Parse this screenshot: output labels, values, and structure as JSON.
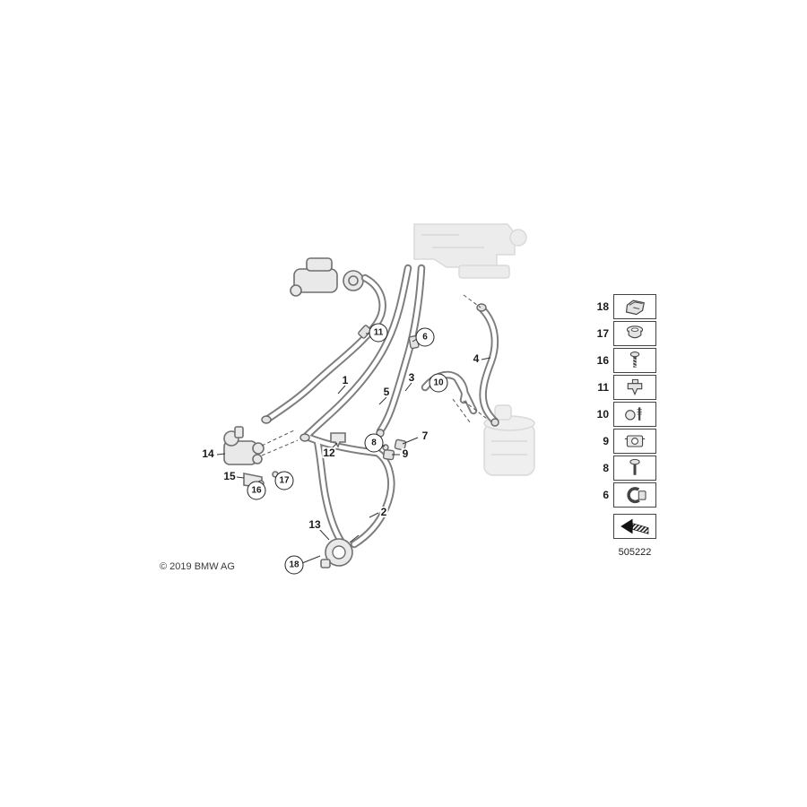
{
  "colors": {
    "line": "#6f6f6f",
    "faded": "#c9c9c9",
    "background": "#ffffff"
  },
  "footer": {
    "copyright": "© 2019 BMW AG"
  },
  "legend": {
    "code": "505222",
    "items": [
      {
        "label": "18",
        "icon": "spring-clip-icon"
      },
      {
        "label": "17",
        "icon": "grommet-icon"
      },
      {
        "label": "16",
        "icon": "screw-icon"
      },
      {
        "label": "11",
        "icon": "cable-clip-icon"
      },
      {
        "label": "10",
        "icon": "holder-pin-icon"
      },
      {
        "label": "9",
        "icon": "bracket-nut-icon"
      },
      {
        "label": "8",
        "icon": "bolt-icon"
      },
      {
        "label": "6",
        "icon": "hose-clamp-icon"
      }
    ],
    "direction_symbol": "installation-direction-arrow"
  },
  "callouts": {
    "circled": [
      {
        "label": "11"
      },
      {
        "label": "6"
      },
      {
        "label": "10"
      },
      {
        "label": "8"
      },
      {
        "label": "16"
      },
      {
        "label": "17"
      },
      {
        "label": "18"
      }
    ],
    "plain": [
      {
        "label": "1"
      },
      {
        "label": "5"
      },
      {
        "label": "3"
      },
      {
        "label": "4"
      },
      {
        "label": "2"
      },
      {
        "label": "7"
      },
      {
        "label": "9"
      },
      {
        "label": "12"
      },
      {
        "label": "13"
      },
      {
        "label": "14"
      },
      {
        "label": "15"
      }
    ]
  }
}
